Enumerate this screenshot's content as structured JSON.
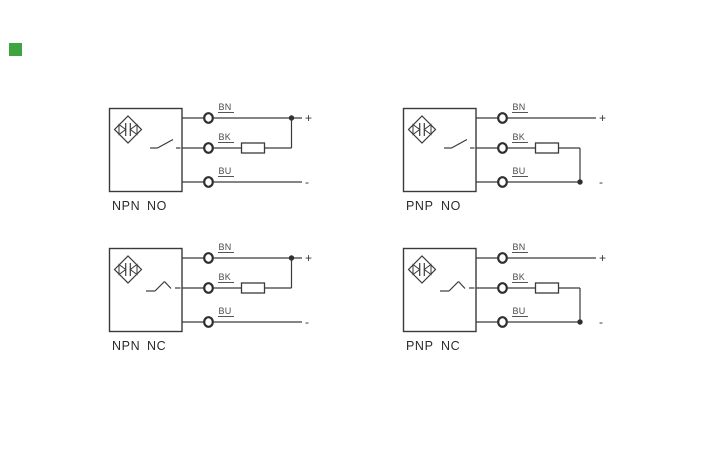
{
  "canvas": {
    "background_color": "#ffffff",
    "line_color": "#3a3a3a",
    "marker_color": "#3fa33f"
  },
  "wire_labels": {
    "bn": "BN",
    "bk": "BK",
    "bu": "BU"
  },
  "terminals": {
    "plus": "+",
    "minus": "-"
  },
  "diagrams": [
    {
      "transistor": "NPN",
      "contact": "NO"
    },
    {
      "transistor": "PNP",
      "contact": "NO"
    },
    {
      "transistor": "NPN",
      "contact": "NC"
    },
    {
      "transistor": "PNP",
      "contact": "NC"
    }
  ]
}
